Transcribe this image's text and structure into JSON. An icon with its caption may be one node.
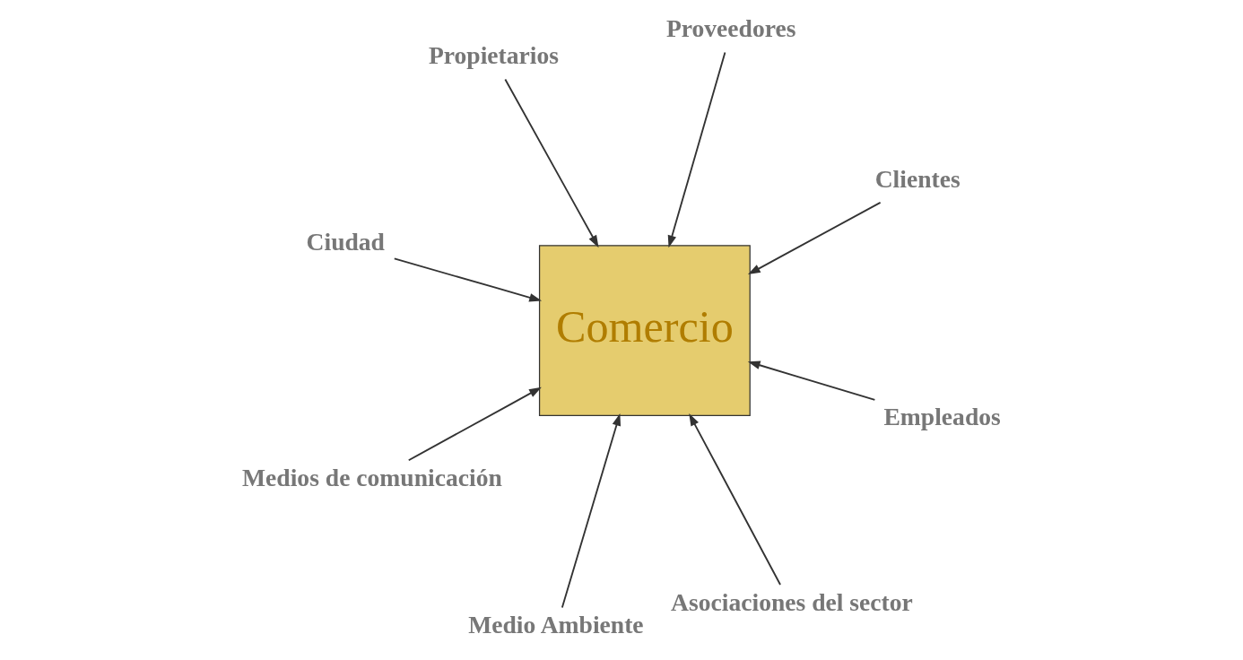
{
  "diagram": {
    "nodes": [
      {
        "text": [
          "Ciudad"
        ]
      },
      {
        "text": [
          "Clientes"
        ]
      },
      {
        "text": [
          "Asociaciones del sector"
        ]
      },
      {
        "text": [
          "Proveedores"
        ]
      },
      {
        "text": [
          "Comercio"
        ]
      },
      {
        "text": [
          "Propietarios"
        ]
      },
      {
        "text": [
          "Medios de comunicación"
        ]
      },
      {
        "text": [
          "Empleados"
        ]
      },
      {
        "text": [
          "Medio Ambiente"
        ]
      }
    ],
    "edges": [
      {
        "from": 0,
        "to": 4,
        "arrow": "to"
      },
      {
        "from": 1,
        "to": 4,
        "arrow": "to"
      },
      {
        "from": 2,
        "to": 4,
        "arrow": "to"
      },
      {
        "from": 3,
        "to": 4,
        "arrow": "to"
      },
      {
        "from": 5,
        "to": 4,
        "arrow": "to"
      },
      {
        "from": 6,
        "to": 4,
        "arrow": "to"
      },
      {
        "from": 7,
        "to": 4,
        "arrow": "to"
      },
      {
        "from": 8,
        "to": 4,
        "arrow": "to"
      }
    ]
  }
}
